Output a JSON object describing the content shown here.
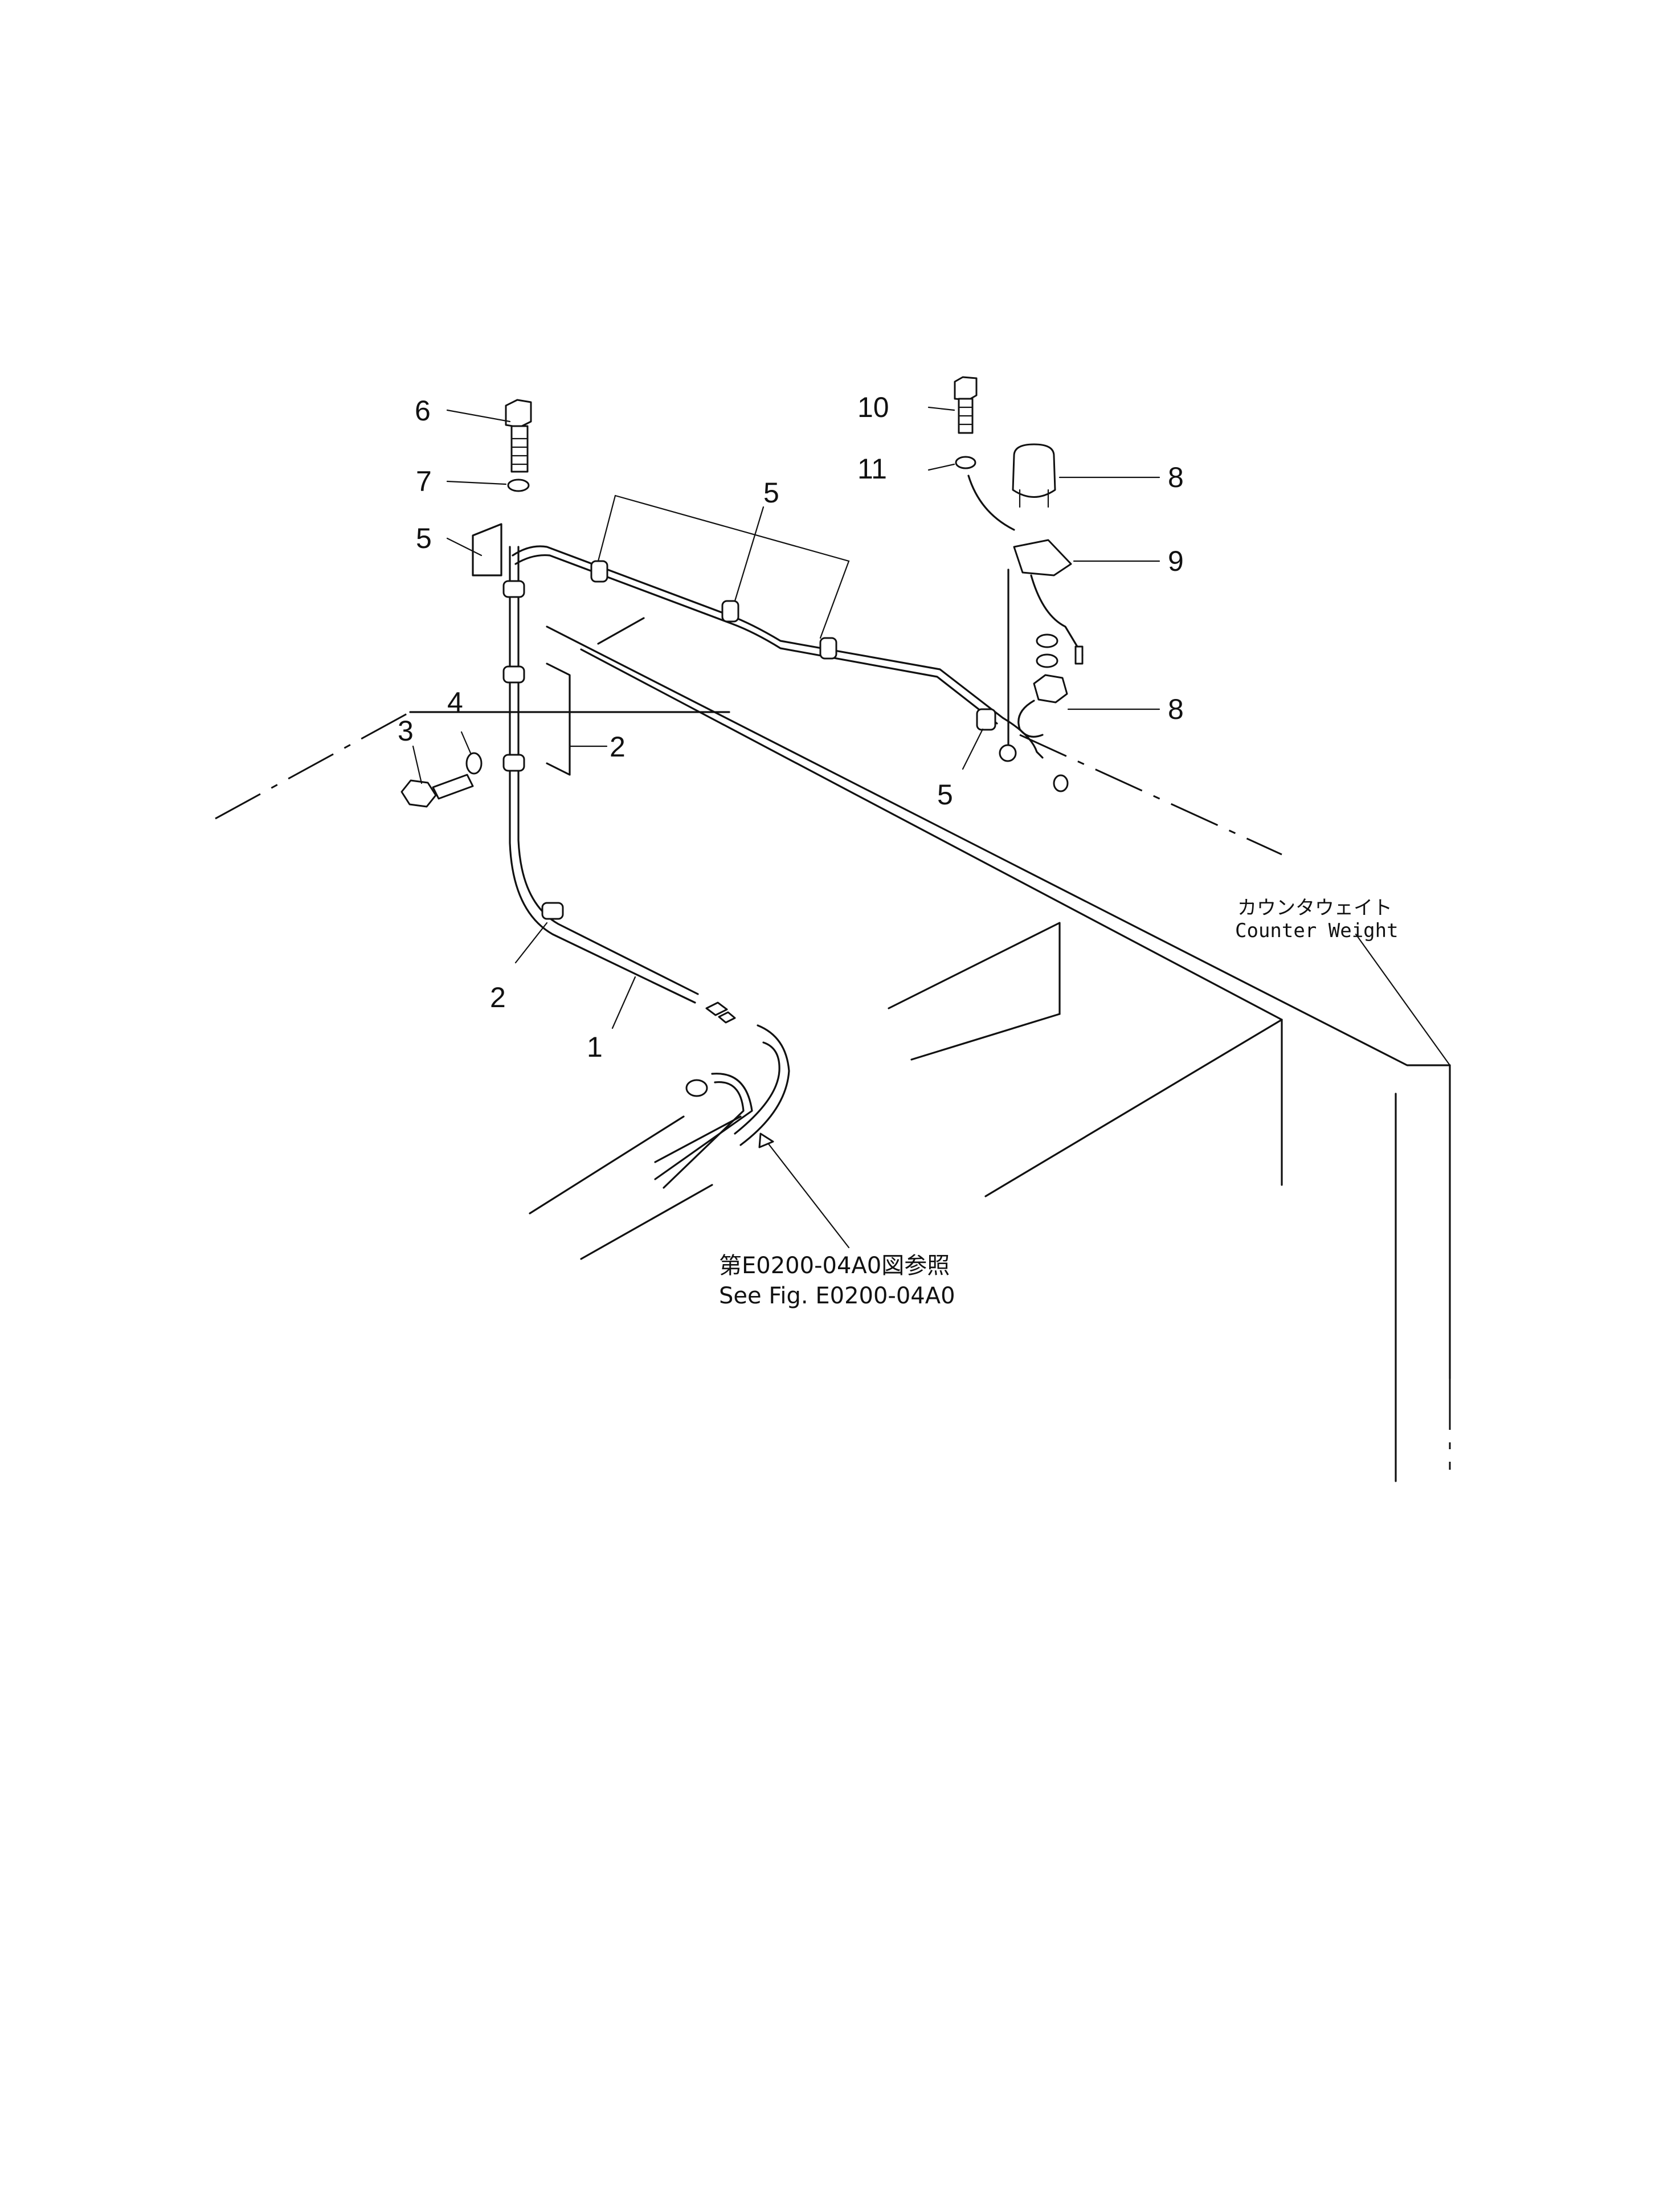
{
  "callouts": {
    "c1": "1",
    "c2a": "2",
    "c2b": "2",
    "c3": "3",
    "c4": "4",
    "c5a": "5",
    "c5b": "5",
    "c5c": "5",
    "c6": "6",
    "c7": "7",
    "c8a": "8",
    "c8b": "8",
    "c9": "9",
    "c10": "10",
    "c11": "11"
  },
  "labels": {
    "counter_weight_jp": "カウンタウェイト",
    "counter_weight_en": "Counter  Weight",
    "see_fig_jp": "第E0200-04A0図参照",
    "see_fig_en": "See  Fig. E0200-04A0"
  }
}
